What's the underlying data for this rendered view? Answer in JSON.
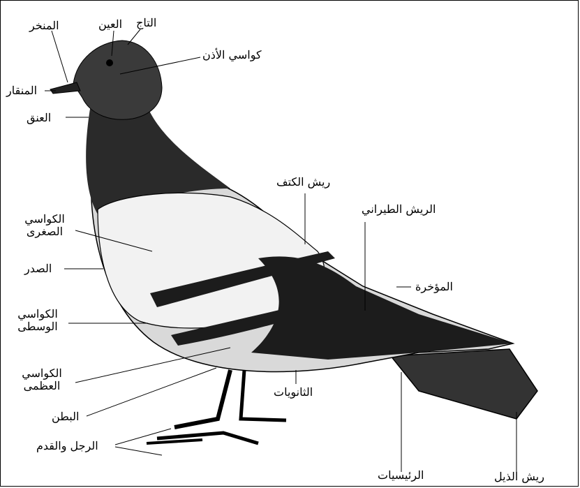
{
  "labels": {
    "nostril": "المنخر",
    "eye": "العين",
    "crown": "التاج",
    "ear_coverts": "كواسي الأذن",
    "beak": "المنقار",
    "neck": "العنق",
    "scapulars": "ريش الكتف",
    "tertials": "الريش الطيراني",
    "lesser_coverts_1": "الكواسي",
    "lesser_coverts_2": "الصغرى",
    "breast": "الصدر",
    "rump": "المؤخرة",
    "median_coverts_1": "الكواسي",
    "median_coverts_2": "الوسطى",
    "greater_coverts_1": "الكواسي",
    "greater_coverts_2": "العظمى",
    "secondaries": "الثانويات",
    "belly": "البطن",
    "leg_foot": "الرجل والقدم",
    "primaries": "الرئيسيات",
    "tail_feathers": "ريش الذيل"
  },
  "colors": {
    "ink": "#000000",
    "head": "#3a3a3a",
    "neck": "#2a2a2a",
    "wing_pale": "#f2f2f2",
    "wing_dark": "#1c1c1c",
    "tail": "#333333",
    "body": "#d9d9d9"
  }
}
